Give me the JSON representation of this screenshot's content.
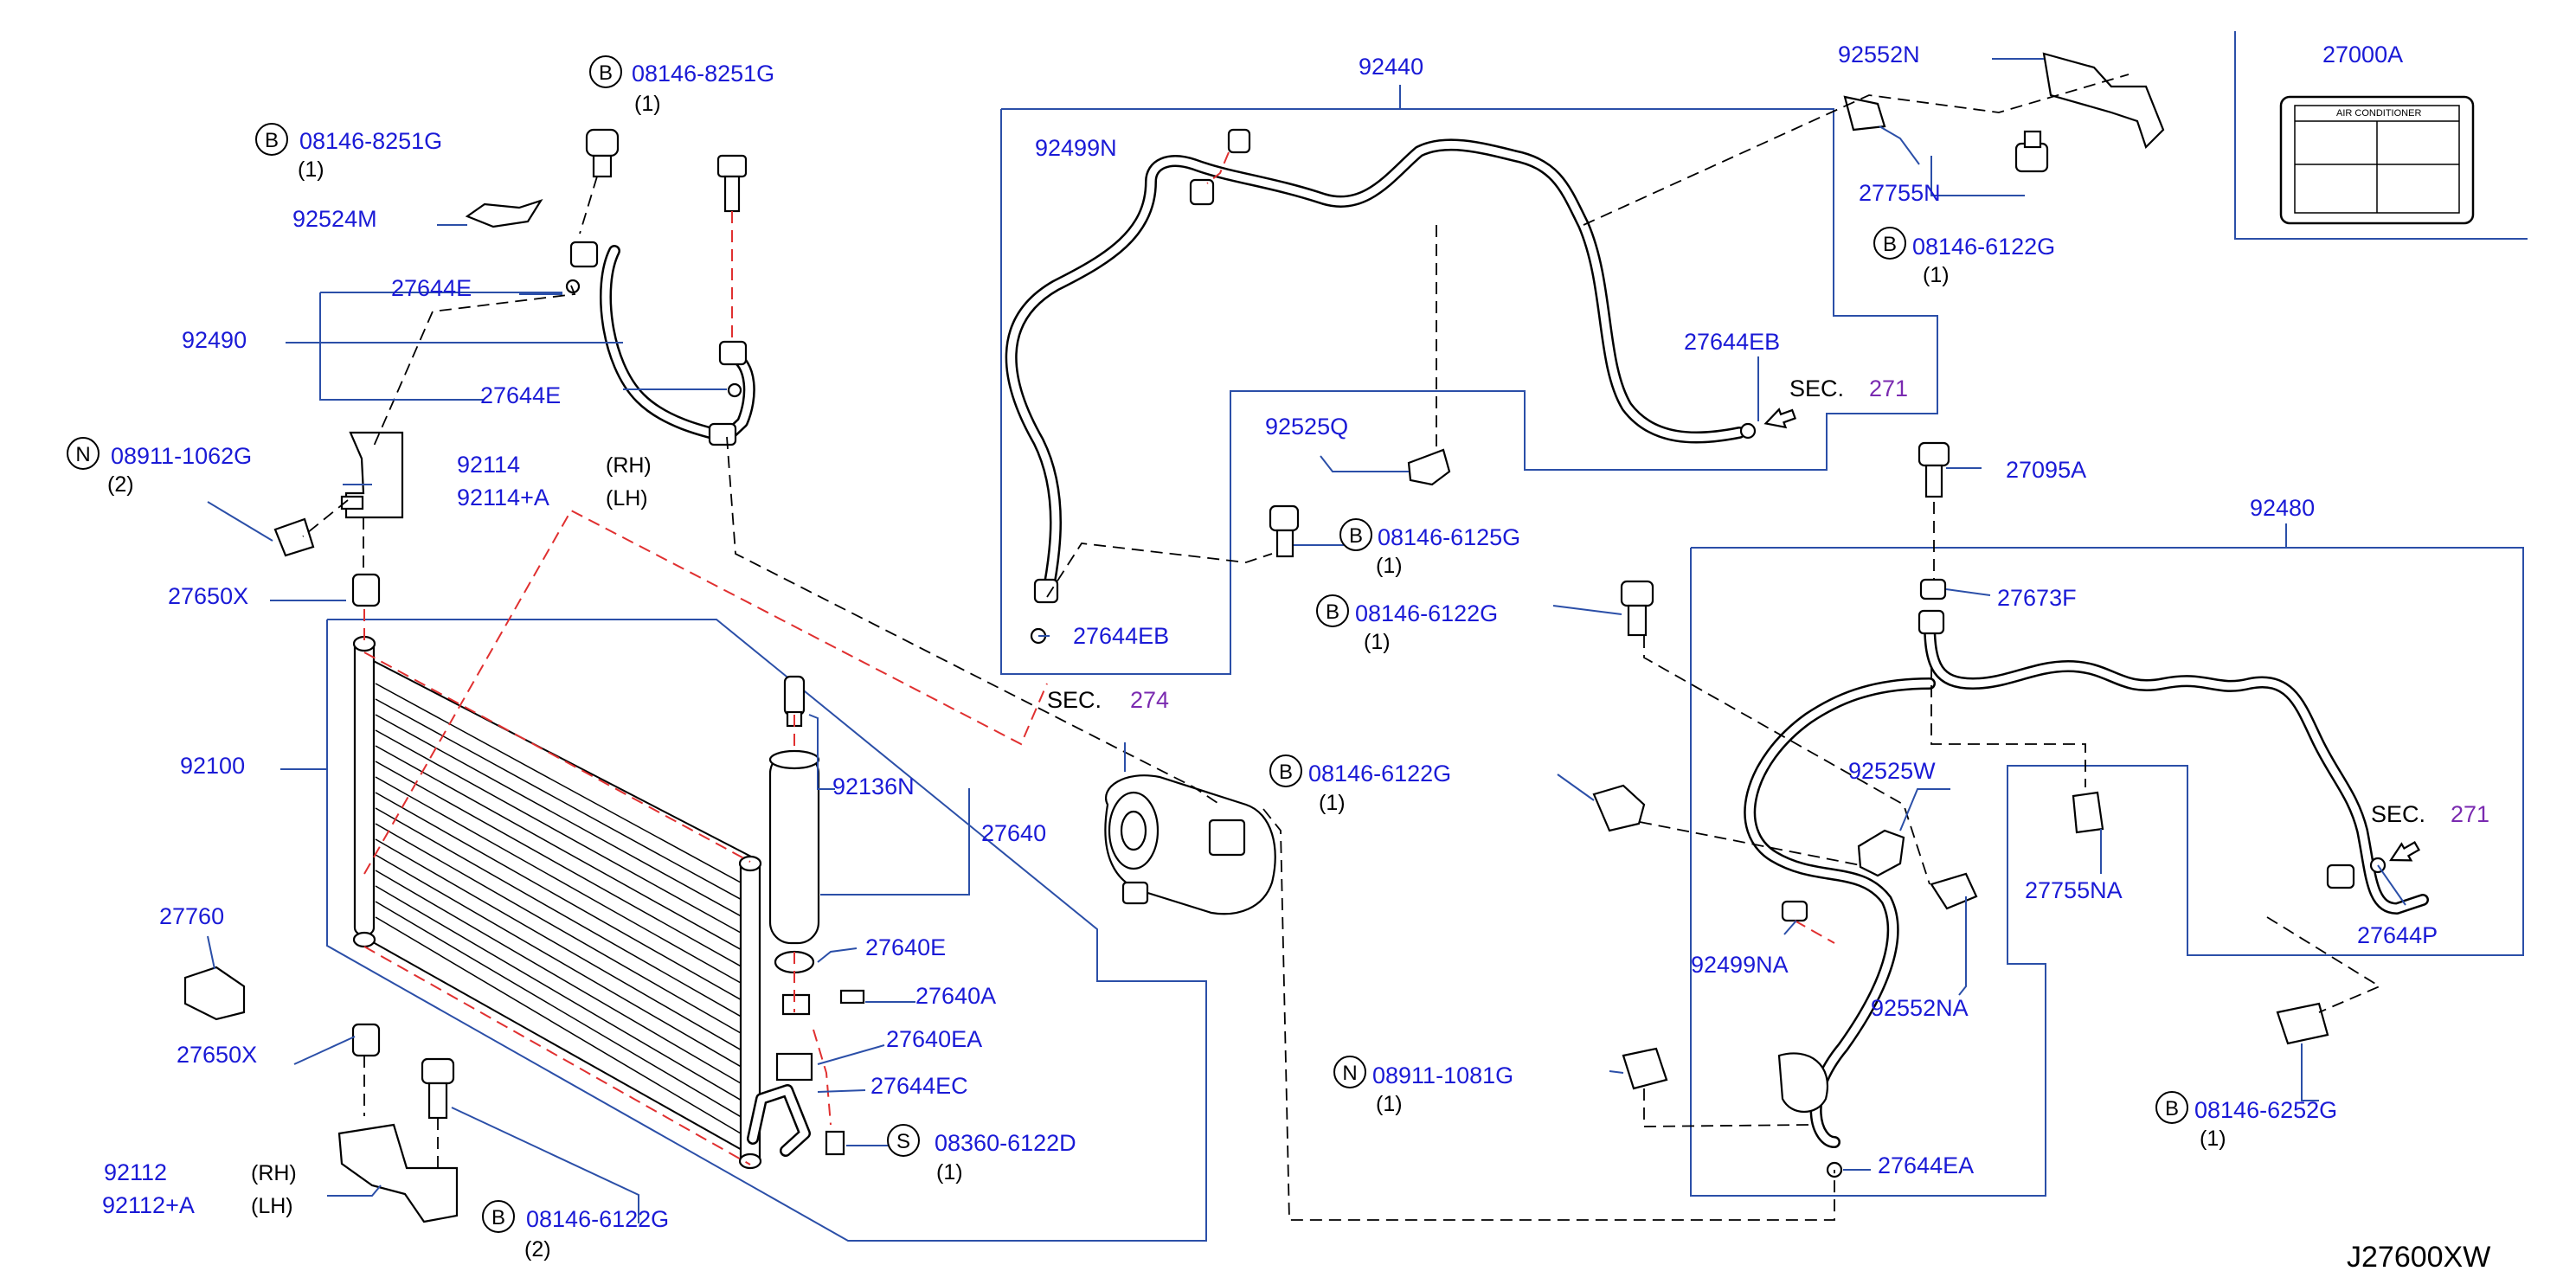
{
  "diagram_id": "J27600XW",
  "air_conditioner_label": "AIR    CONDITIONER",
  "parts": {
    "p92440": "92440",
    "p92552N": "92552N",
    "p27000A": "27000A",
    "p92499N": "92499N",
    "p27755N": "27755N",
    "b_08146_6122G_a": "08146-6122G",
    "q1": "(1)",
    "q2": "(2)",
    "p27644EB_a": "27644EB",
    "sec271_a_word": "SEC.",
    "sec271_a_num": "271",
    "p92525Q": "92525Q",
    "b_08146_6125G": "08146-6125G",
    "b_08146_6122G_b": "08146-6122G",
    "p27644EB_b": "27644EB",
    "sec274_word": "SEC.",
    "sec274_num": "274",
    "b_08146_6122G_c": "08146-6122G",
    "p27095A": "27095A",
    "p92480": "92480",
    "p27673F": "27673F",
    "p92525W": "92525W",
    "sec271_b_word": "SEC.",
    "sec271_b_num": "271",
    "p27755NA": "27755NA",
    "p27644P": "27644P",
    "p92499NA": "92499NA",
    "p92552NA": "92552NA",
    "n_08911_1081G": "08911-1081G",
    "b_08146_6252G": "08146-6252G",
    "p27644EA": "27644EA",
    "b_08146_8251G_a": "08146-8251G",
    "b_08146_8251G_b": "08146-8251G",
    "p92524M": "92524M",
    "p27644E_a": "27644E",
    "p92490": "92490",
    "p27644E_b": "27644E",
    "n_08911_1062G": "08911-1062G",
    "p92114": "92114",
    "p92114A": "92114+A",
    "rh": "(RH)",
    "lh": "(LH)",
    "p27650X_a": "27650X",
    "p92100": "92100",
    "p92136N": "92136N",
    "p27640": "27640",
    "p27640E": "27640E",
    "p27640A": "27640A",
    "p27640EA": "27640EA",
    "p27644EC": "27644EC",
    "s_08360_6122D": "08360-6122D",
    "p27760": "27760",
    "p27650X_b": "27650X",
    "p92112": "92112",
    "p92112A": "92112+A",
    "b_08146_6122G_d": "08146-6122G"
  },
  "callout_letters": {
    "B": "B",
    "N": "N",
    "S": "S"
  },
  "colors": {
    "part_number": "#1a1ad6",
    "section_number": "#7a2ab0",
    "group_box": "#2b4fa8",
    "red_guide": "#e03030"
  }
}
